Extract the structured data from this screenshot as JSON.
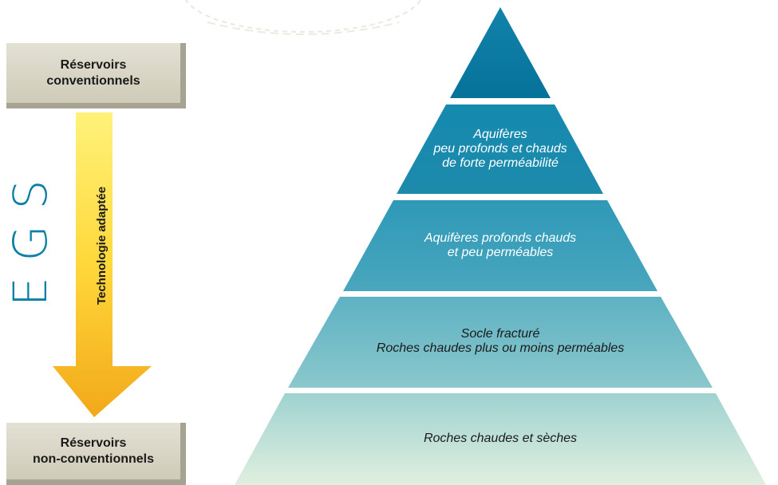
{
  "top_box": {
    "line1": "Réservoirs",
    "line2": "conventionnels"
  },
  "bottom_box": {
    "line1": "Réservoirs",
    "line2": "non-conventionnels"
  },
  "side_label": "EGS",
  "arrow_label": "Technologie adaptée",
  "layers": [
    {
      "lines": []
    },
    {
      "lines": [
        "Aquifères",
        "peu profonds et chauds",
        "de forte perméabilité"
      ]
    },
    {
      "lines": [
        "Aquifères profonds chauds",
        "et peu perméables"
      ]
    },
    {
      "lines": [
        "Socle fracturé",
        "Roches chaudes plus ou moins perméables"
      ]
    },
    {
      "lines": [
        "Roches chaudes et sèches"
      ]
    }
  ],
  "colors": {
    "layer_fills": [
      "#0a79a0",
      "#1a89ab",
      "#3a9db8",
      "#78bec8",
      "#c0e0d6"
    ],
    "arrow_top": "#fff27a",
    "arrow_bottom": "#f2a81a",
    "egs_text": "#0a7fa6"
  }
}
